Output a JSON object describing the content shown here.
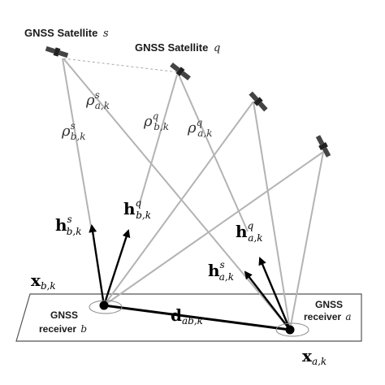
{
  "satellites": {
    "s": {
      "label_prefix": "GNSS Satellite",
      "label_var": "s"
    },
    "q": {
      "label_prefix": "GNSS Satellite",
      "label_var": "q"
    }
  },
  "receivers": {
    "b": {
      "line1": "GNSS",
      "line2_prefix": "receiver",
      "line2_var": "b"
    },
    "a": {
      "line1": "GNSS",
      "line2_prefix": "receiver",
      "line2_var": "a"
    }
  },
  "labels": {
    "rho_as": {
      "base": "ρ",
      "sup": "s",
      "sub": "a,k"
    },
    "rho_bs": {
      "base": "ρ",
      "sup": "s",
      "sub": "b,k"
    },
    "rho_bq": {
      "base": "ρ",
      "sup": "q",
      "sub": "b,k"
    },
    "rho_aq": {
      "base": "ρ",
      "sup": "q",
      "sub": "a,k"
    },
    "h_bs": {
      "base": "h",
      "sup": "s",
      "sub": "b,k"
    },
    "h_bq": {
      "base": "h",
      "sup": "q",
      "sub": "b,k"
    },
    "h_aq": {
      "base": "h",
      "sup": "q",
      "sub": "a,k"
    },
    "h_as": {
      "base": "h",
      "sup": "s",
      "sub": "a,k"
    },
    "x_b": {
      "base": "x",
      "sub": "b,k"
    },
    "x_a": {
      "base": "x",
      "sub": "a,k"
    },
    "d_ab": {
      "base": "d",
      "sub": "ab,k"
    }
  },
  "colors": {
    "line": "#b3b3b3",
    "arrow": "#000000",
    "plane": "#555555",
    "satellite": "#333333"
  },
  "icons": {
    "satellite": "satellite-icon",
    "receiver": "receiver-dot-icon"
  }
}
